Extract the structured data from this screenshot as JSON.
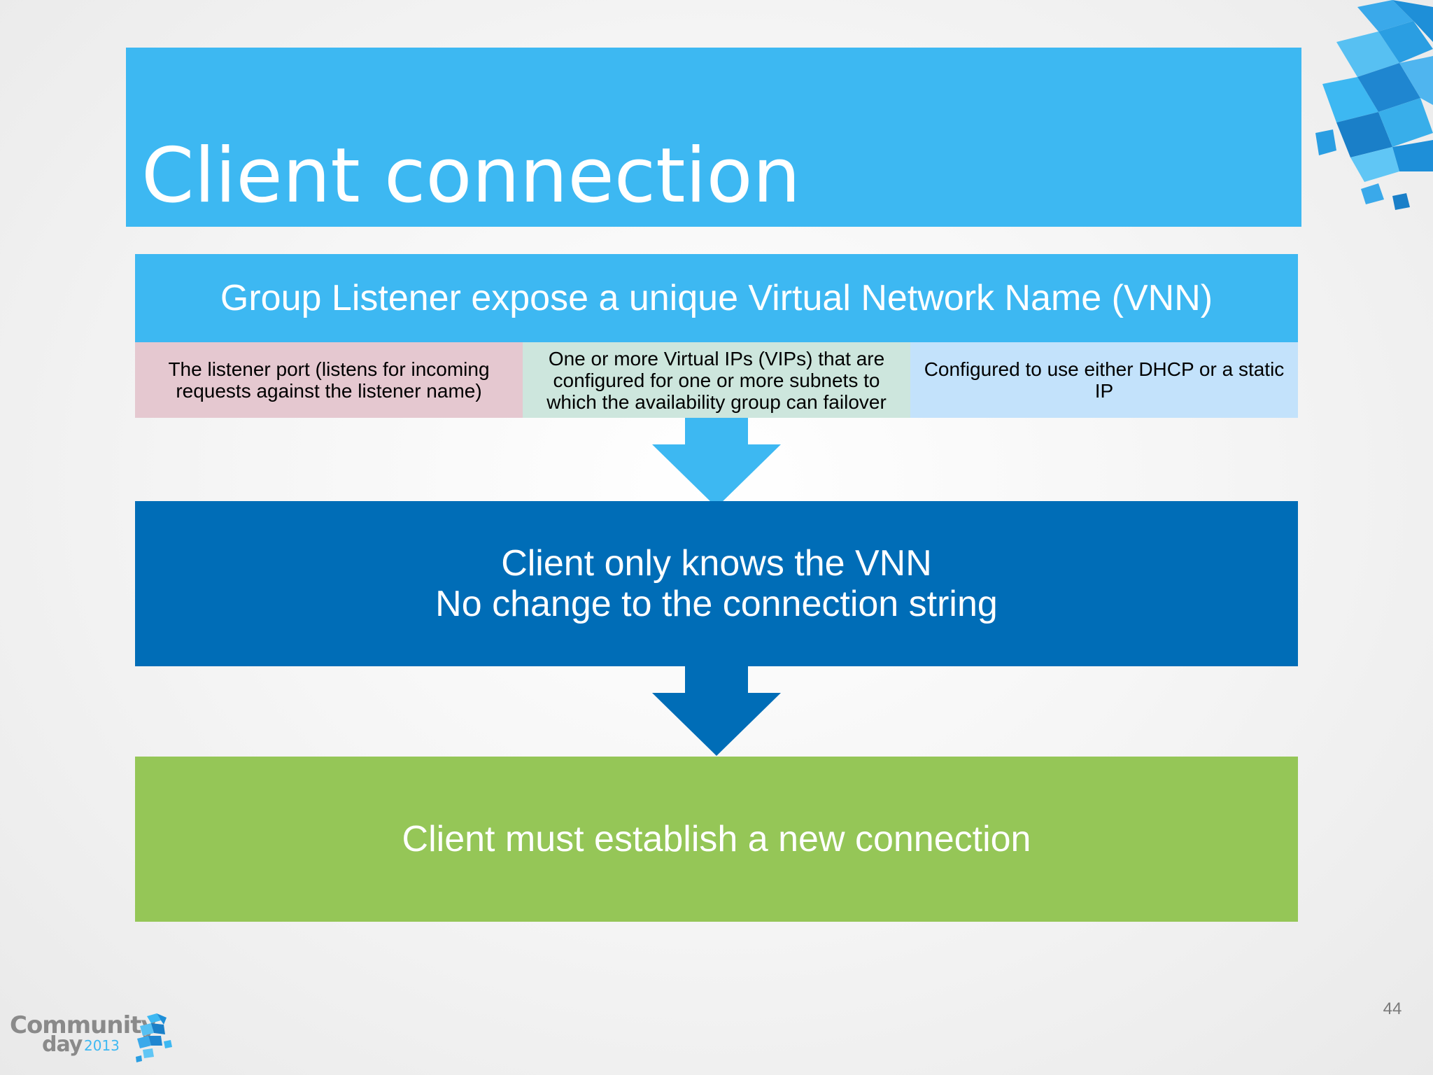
{
  "slide": {
    "title": "Client connection",
    "page_number": "44"
  },
  "listener": {
    "header": "Group Listener expose a unique Virtual Network Name (VNN)",
    "details": [
      {
        "text": "The listener port (listens for incoming requests against the listener name)",
        "color": "#e5c8d0"
      },
      {
        "text": "One or more Virtual IPs (VIPs) that are configured for one or more subnets to which the availability group can failover",
        "color": "#cde6dd"
      },
      {
        "text": "Configured to use either DHCP or a static IP",
        "color": "#c3e2fb"
      }
    ]
  },
  "client": {
    "line1": "Client only knows the VNN",
    "line2": "No change to the connection string"
  },
  "result": {
    "text": "Client must establish a new connection"
  },
  "logo": {
    "word1": "Community",
    "word2": "day",
    "year": "2013"
  },
  "colors": {
    "accent_light_blue": "#3db8f2",
    "dark_blue": "#006db7",
    "green": "#95c657"
  }
}
